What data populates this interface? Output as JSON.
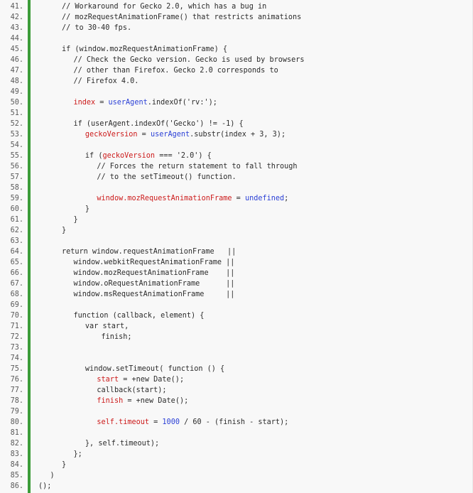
{
  "editor": {
    "lines": [
      {
        "num": "41.",
        "indent": 8,
        "tokens": [
          {
            "c": "plain",
            "t": "// Workaround for Gecko 2.0, which has a bug in"
          }
        ]
      },
      {
        "num": "42.",
        "indent": 8,
        "tokens": [
          {
            "c": "plain",
            "t": "// mozRequestAnimationFrame() that restricts animations"
          }
        ]
      },
      {
        "num": "43.",
        "indent": 8,
        "tokens": [
          {
            "c": "plain",
            "t": "// to 30-40 fps."
          }
        ]
      },
      {
        "num": "44.",
        "indent": 0,
        "tokens": []
      },
      {
        "num": "45.",
        "indent": 8,
        "tokens": [
          {
            "c": "plain",
            "t": "if (window.mozRequestAnimationFrame) {"
          }
        ]
      },
      {
        "num": "46.",
        "indent": 12,
        "tokens": [
          {
            "c": "plain",
            "t": "// Check the Gecko version. Gecko is used by browsers"
          }
        ]
      },
      {
        "num": "47.",
        "indent": 12,
        "tokens": [
          {
            "c": "plain",
            "t": "// other than Firefox. Gecko 2.0 corresponds to"
          }
        ]
      },
      {
        "num": "48.",
        "indent": 12,
        "tokens": [
          {
            "c": "plain",
            "t": "// Firefox 4.0."
          }
        ]
      },
      {
        "num": "49.",
        "indent": 0,
        "tokens": []
      },
      {
        "num": "50.",
        "indent": 12,
        "tokens": [
          {
            "c": "var",
            "t": "index"
          },
          {
            "c": "plain",
            "t": " = "
          },
          {
            "c": "blue",
            "t": "userAgent"
          },
          {
            "c": "plain",
            "t": ".indexOf('rv:');"
          }
        ]
      },
      {
        "num": "51.",
        "indent": 0,
        "tokens": []
      },
      {
        "num": "52.",
        "indent": 12,
        "tokens": [
          {
            "c": "plain",
            "t": "if (userAgent.indexOf('Gecko') != -1) {"
          }
        ]
      },
      {
        "num": "53.",
        "indent": 16,
        "tokens": [
          {
            "c": "var",
            "t": "geckoVersion"
          },
          {
            "c": "plain",
            "t": " = "
          },
          {
            "c": "blue",
            "t": "userAgent"
          },
          {
            "c": "plain",
            "t": ".substr(index + 3, 3);"
          }
        ]
      },
      {
        "num": "54.",
        "indent": 0,
        "tokens": []
      },
      {
        "num": "55.",
        "indent": 16,
        "tokens": [
          {
            "c": "plain",
            "t": "if ("
          },
          {
            "c": "var",
            "t": "geckoVersion"
          },
          {
            "c": "plain",
            "t": " === '2.0') {"
          }
        ]
      },
      {
        "num": "56.",
        "indent": 20,
        "tokens": [
          {
            "c": "plain",
            "t": "// Forces the return statement to fall through"
          }
        ]
      },
      {
        "num": "57.",
        "indent": 20,
        "tokens": [
          {
            "c": "plain",
            "t": "// to the setTimeout() function."
          }
        ]
      },
      {
        "num": "58.",
        "indent": 0,
        "tokens": []
      },
      {
        "num": "59.",
        "indent": 20,
        "tokens": [
          {
            "c": "var",
            "t": "window.mozRequestAnimationFrame"
          },
          {
            "c": "plain",
            "t": " = "
          },
          {
            "c": "blue",
            "t": "undefined"
          },
          {
            "c": "plain",
            "t": ";"
          }
        ]
      },
      {
        "num": "60.",
        "indent": 16,
        "tokens": [
          {
            "c": "plain",
            "t": "}"
          }
        ]
      },
      {
        "num": "61.",
        "indent": 12,
        "tokens": [
          {
            "c": "plain",
            "t": "}"
          }
        ]
      },
      {
        "num": "62.",
        "indent": 8,
        "tokens": [
          {
            "c": "plain",
            "t": "}"
          }
        ]
      },
      {
        "num": "63.",
        "indent": 0,
        "tokens": []
      },
      {
        "num": "64.",
        "indent": 8,
        "tokens": [
          {
            "c": "plain",
            "t": "return window.requestAnimationFrame   ||"
          }
        ]
      },
      {
        "num": "65.",
        "indent": 12,
        "tokens": [
          {
            "c": "plain",
            "t": "window.webkitRequestAnimationFrame ||"
          }
        ]
      },
      {
        "num": "66.",
        "indent": 12,
        "tokens": [
          {
            "c": "plain",
            "t": "window.mozRequestAnimationFrame    ||"
          }
        ]
      },
      {
        "num": "67.",
        "indent": 12,
        "tokens": [
          {
            "c": "plain",
            "t": "window.oRequestAnimationFrame      ||"
          }
        ]
      },
      {
        "num": "68.",
        "indent": 12,
        "tokens": [
          {
            "c": "plain",
            "t": "window.msRequestAnimationFrame     ||"
          }
        ]
      },
      {
        "num": "69.",
        "indent": 0,
        "tokens": []
      },
      {
        "num": "70.",
        "indent": 12,
        "tokens": [
          {
            "c": "plain",
            "t": "function (callback, element) {"
          }
        ]
      },
      {
        "num": "71.",
        "indent": 16,
        "tokens": [
          {
            "c": "plain",
            "t": "var start,"
          }
        ]
      },
      {
        "num": "72.",
        "indent": 20,
        "tokens": [
          {
            "c": "plain",
            "t": " finish;"
          }
        ]
      },
      {
        "num": "73.",
        "indent": 0,
        "tokens": []
      },
      {
        "num": "74.",
        "indent": 0,
        "tokens": []
      },
      {
        "num": "75.",
        "indent": 16,
        "tokens": [
          {
            "c": "plain",
            "t": "window.setTimeout( function () {"
          }
        ]
      },
      {
        "num": "76.",
        "indent": 20,
        "tokens": [
          {
            "c": "var",
            "t": "start"
          },
          {
            "c": "plain",
            "t": " = +new Date();"
          }
        ]
      },
      {
        "num": "77.",
        "indent": 20,
        "tokens": [
          {
            "c": "plain",
            "t": "callback(start);"
          }
        ]
      },
      {
        "num": "78.",
        "indent": 20,
        "tokens": [
          {
            "c": "var",
            "t": "finish"
          },
          {
            "c": "plain",
            "t": " = +new Date();"
          }
        ]
      },
      {
        "num": "79.",
        "indent": 0,
        "tokens": []
      },
      {
        "num": "80.",
        "indent": 20,
        "tokens": [
          {
            "c": "var",
            "t": "self.timeout"
          },
          {
            "c": "plain",
            "t": " = "
          },
          {
            "c": "blue",
            "t": "1000"
          },
          {
            "c": "plain",
            "t": " / 60 - (finish - start);"
          }
        ]
      },
      {
        "num": "81.",
        "indent": 0,
        "tokens": []
      },
      {
        "num": "82.",
        "indent": 16,
        "tokens": [
          {
            "c": "plain",
            "t": "}, self.timeout);"
          }
        ]
      },
      {
        "num": "83.",
        "indent": 12,
        "tokens": [
          {
            "c": "plain",
            "t": "};"
          }
        ]
      },
      {
        "num": "84.",
        "indent": 8,
        "tokens": [
          {
            "c": "plain",
            "t": "}"
          }
        ]
      },
      {
        "num": "85.",
        "indent": 4,
        "tokens": [
          {
            "c": "plain",
            "t": ")"
          }
        ]
      },
      {
        "num": "86.",
        "indent": 0,
        "tokens": [
          {
            "c": "plain",
            "t": "();"
          }
        ]
      }
    ]
  },
  "colors": {
    "gutter_bar": "#3c9c3a",
    "variable": "#cc1a1a",
    "identifier": "#2a3fd6",
    "text": "#2b2b2b"
  }
}
